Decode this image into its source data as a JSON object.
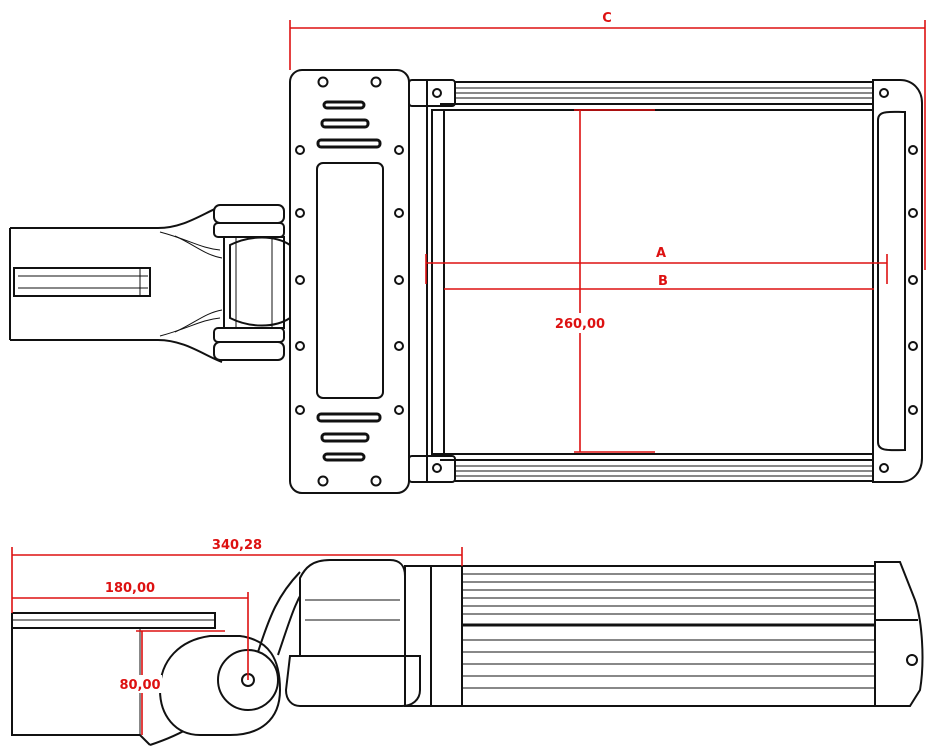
{
  "colors": {
    "line": "#111111",
    "dimension": "#dd1111",
    "background": "#ffffff"
  },
  "dimensions": {
    "overall_length_top": "C",
    "inner_width_a": "A",
    "inner_width_b": "B",
    "module_height": "260,00",
    "side_total_length": "340,28",
    "side_arm_length": "180,00",
    "side_arm_height": "80,00"
  }
}
